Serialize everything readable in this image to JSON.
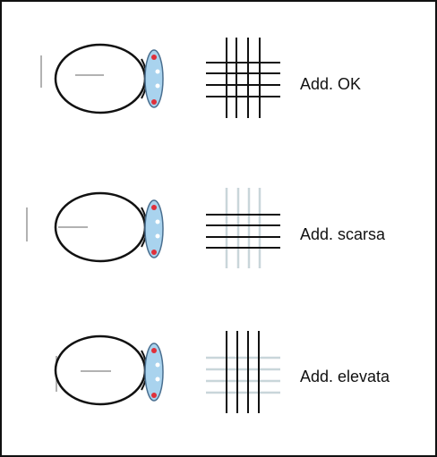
{
  "colors": {
    "stroke_dark": "#111111",
    "stroke_faded": "#c9d6da",
    "lens_fill": "#a9d3ee",
    "lens_stroke": "#4a6f90",
    "red_dot": "#e0303a",
    "white_dot": "#ffffff",
    "axis_line": "#999999"
  },
  "rows": [
    {
      "label": "Add. OK",
      "vertical_lines": "dark",
      "horizontal_lines": "dark"
    },
    {
      "label": "Add. scarsa",
      "vertical_lines": "faded",
      "horizontal_lines": "dark"
    },
    {
      "label": "Add. elevata",
      "vertical_lines": "dark",
      "horizontal_lines": "faded"
    }
  ]
}
